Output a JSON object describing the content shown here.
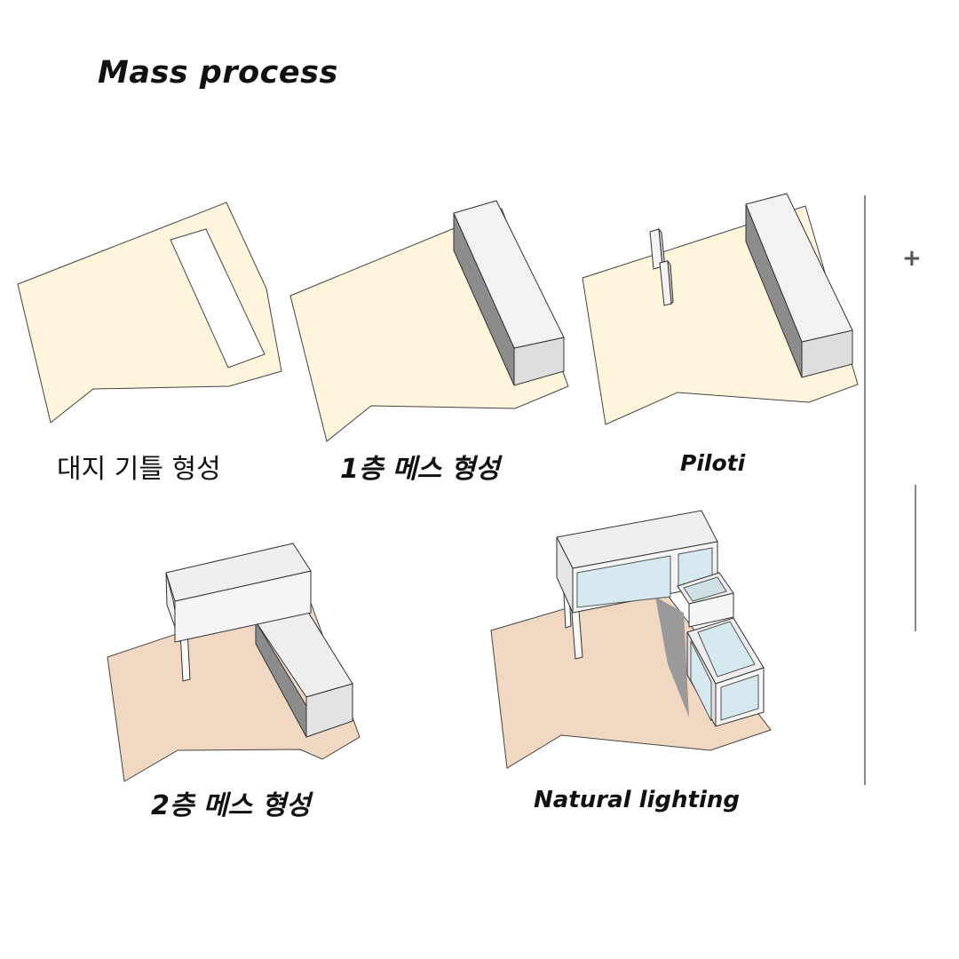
{
  "title": "Mass process",
  "steps": [
    {
      "label": "대지 기틀 형성"
    },
    {
      "label": "1층 메스 형성"
    },
    {
      "label": "Piloti"
    },
    {
      "label": "2층 메스 형성"
    },
    {
      "label": "Natural lighting"
    }
  ],
  "side_control": {
    "symbol": "+"
  },
  "colors": {
    "site_light": "#FFF4DC",
    "site_dark": "#F0D8C2",
    "mass_top": "#F2F2F2",
    "mass_side": "#8C8C8C",
    "mass_end": "#DEDEDE",
    "glass": "#D6E9EF"
  }
}
